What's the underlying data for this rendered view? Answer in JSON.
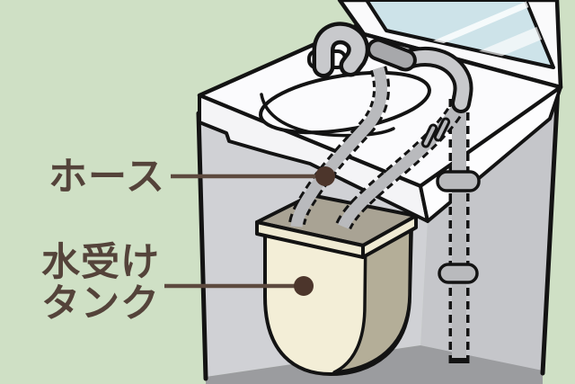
{
  "labels": {
    "hose": "ホース",
    "tank_line1": "水受け",
    "tank_line2": "タンク"
  },
  "colors": {
    "background": "#cfe0c5",
    "mirror_glass": "#cde3e9",
    "mirror_frame": "#fafafb",
    "counter_top": "#fbfbfd",
    "counter_apron": "#f4f4f6",
    "counter_side": "#fdfdfe",
    "basin": "#fbfbfd",
    "wall_left": "#d0d1d5",
    "wall_right": "#c5c6ca",
    "floor": "#9b9c9f",
    "tank_front": "#f3eed7",
    "tank_side": "#b4ae98",
    "tank_opening": "#a9a394",
    "tank_rim": "#efead3",
    "hose": "#b9babd",
    "faucet": "#c8c9cc",
    "adapter": "#a7a8ab",
    "outline": "#131313",
    "leader_line": "#5d4a3f",
    "leader_dot": "#4c352b",
    "label_text": "#54433a"
  }
}
